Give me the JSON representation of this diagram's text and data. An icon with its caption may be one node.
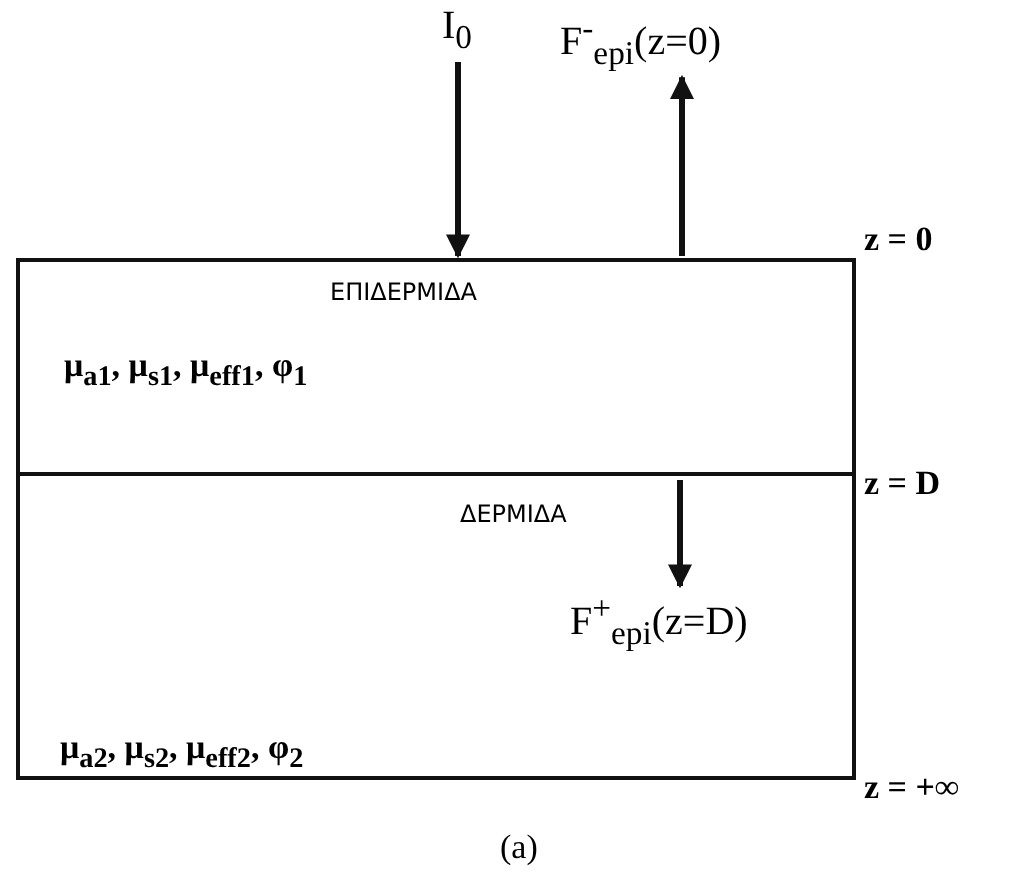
{
  "diagram": {
    "nodes": [
      {
        "text": [
          "ΕΠΙΔΕΡΜΙΔΑ",
          "μ$_{a1}$, μ$_{s1}$, μ$_{eff1}$, φ$_{1}$"
        ]
      },
      {
        "text": [
          "ΔΕΡΜΙΔΑ",
          "μ$_{a2}$, μ$_{s2}$, μ$_{eff2}$, φ$_{2}$"
        ]
      },
      {
        "text": [
          "I$_{0}$"
        ]
      },
      {
        "text": [
          "F$^{-}$$_{epi}$(z=0)"
        ]
      },
      {
        "text": [
          "F$^{+}$$_{epi}$(z=D)"
        ],
        "in": 1
      }
    ],
    "edges": [
      {
        "from": 2,
        "to": 0,
        "arrow": "to"
      },
      {
        "from": 0,
        "to": 3,
        "arrow": "to"
      },
      {
        "from": 0,
        "to": 4,
        "arrow": "to"
      }
    ],
    "labels": [
      "z = 0",
      "z = D",
      "z = +∞",
      "(a)"
    ]
  }
}
